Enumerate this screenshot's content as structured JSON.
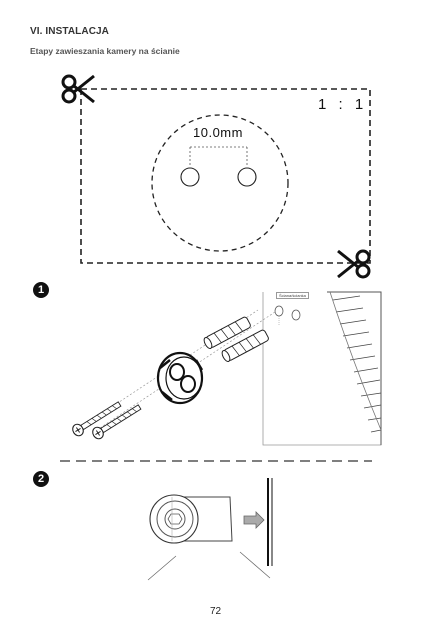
{
  "header": {
    "section_title": "VI. INSTALACJA",
    "section_subtitle": "Etapy zawieszania kamery na ścianie"
  },
  "template": {
    "ratio": "1 : 1",
    "dimension_label": "10.0mm"
  },
  "steps": [
    {
      "number": "1"
    },
    {
      "number": "2"
    }
  ],
  "illustration": {
    "wall_note": "Ściana/ścianka"
  },
  "footer": {
    "page_number": "72"
  },
  "icons": [
    "scissors-icon",
    "screw-icon",
    "wall-plug-icon",
    "camera-mount-icon",
    "arrow-right-icon"
  ]
}
